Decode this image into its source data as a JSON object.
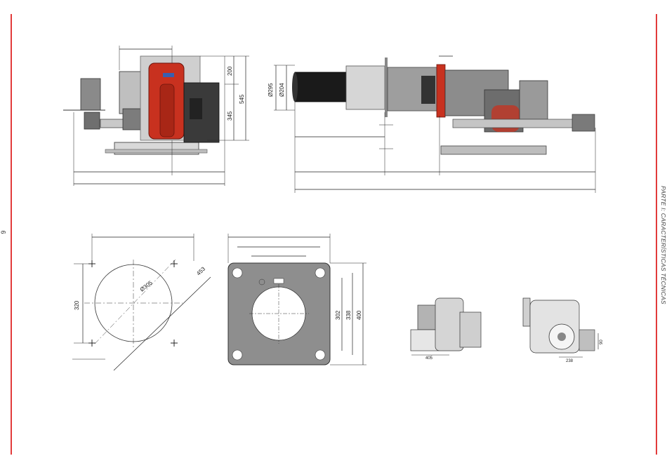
{
  "page": {
    "number": "6",
    "side_caption": "PARTE I: CARACTERÍSTICAS TÉCNICAS",
    "accent_color": "#e23b3b"
  },
  "front_view": {
    "dimensions": {
      "top": "200",
      "height_total": "545",
      "height_lower": "345"
    }
  },
  "side_view": {
    "dimensions": {
      "diameter_outer": "Ø295",
      "diameter_inner": "Ø204"
    }
  },
  "flange_drilling": {
    "dimensions": {
      "circle_diameter": "Ø305",
      "diagonal": "453",
      "vertical": "320"
    }
  },
  "mounting_plate": {
    "dimensions": {
      "d1": "302",
      "d2": "338",
      "d3": "400"
    }
  },
  "top_view": {
    "dimensions": {
      "width": "405"
    }
  },
  "rear_view": {
    "dimensions": {
      "width": "238",
      "height": "90"
    }
  }
}
